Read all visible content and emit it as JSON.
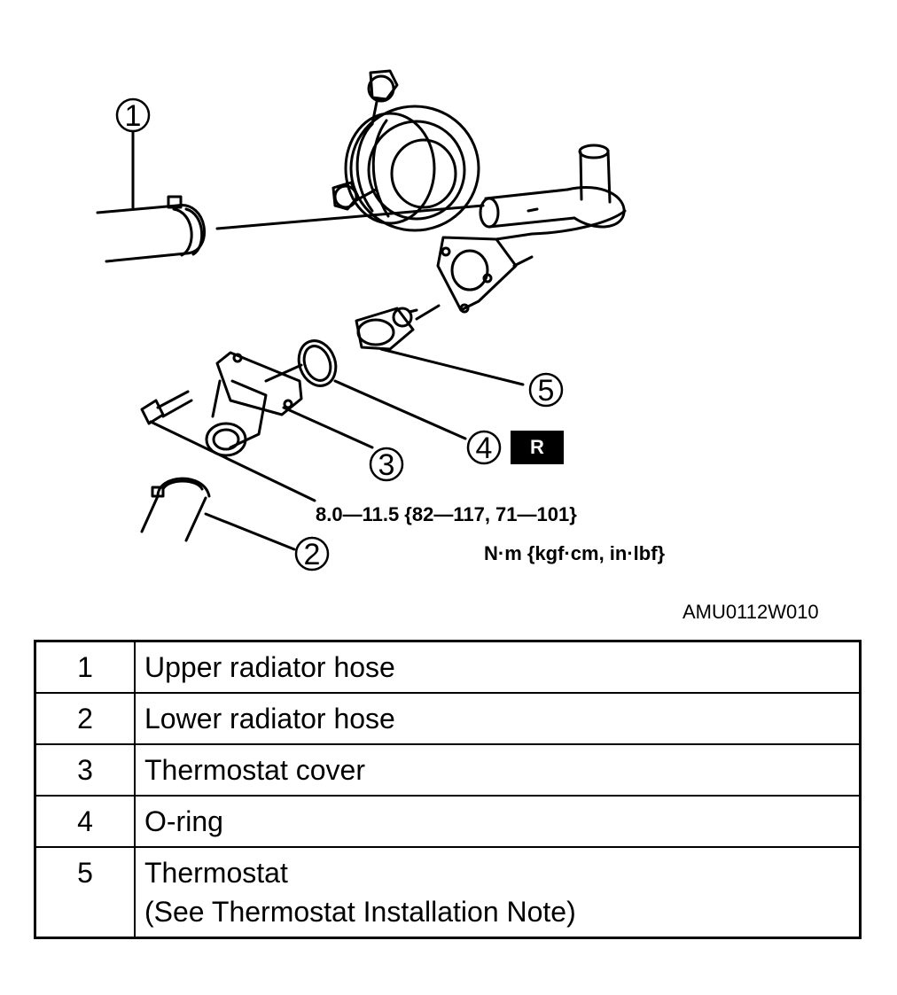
{
  "callouts": [
    "1",
    "2",
    "3",
    "4",
    "5"
  ],
  "torque": {
    "value": "8.0—11.5 {82—117, 71—101}",
    "units": "N·m {kgf·cm, in·lbf}"
  },
  "replace_badge": "R",
  "figure_code": "AMU0112W010",
  "parts": [
    {
      "num": "1",
      "lines": [
        "Upper radiator hose"
      ]
    },
    {
      "num": "2",
      "lines": [
        "Lower radiator hose"
      ]
    },
    {
      "num": "3",
      "lines": [
        "Thermostat cover"
      ]
    },
    {
      "num": "4",
      "lines": [
        "O-ring"
      ]
    },
    {
      "num": "5",
      "lines": [
        "Thermostat",
        "(See Thermostat Installation Note)"
      ]
    }
  ]
}
